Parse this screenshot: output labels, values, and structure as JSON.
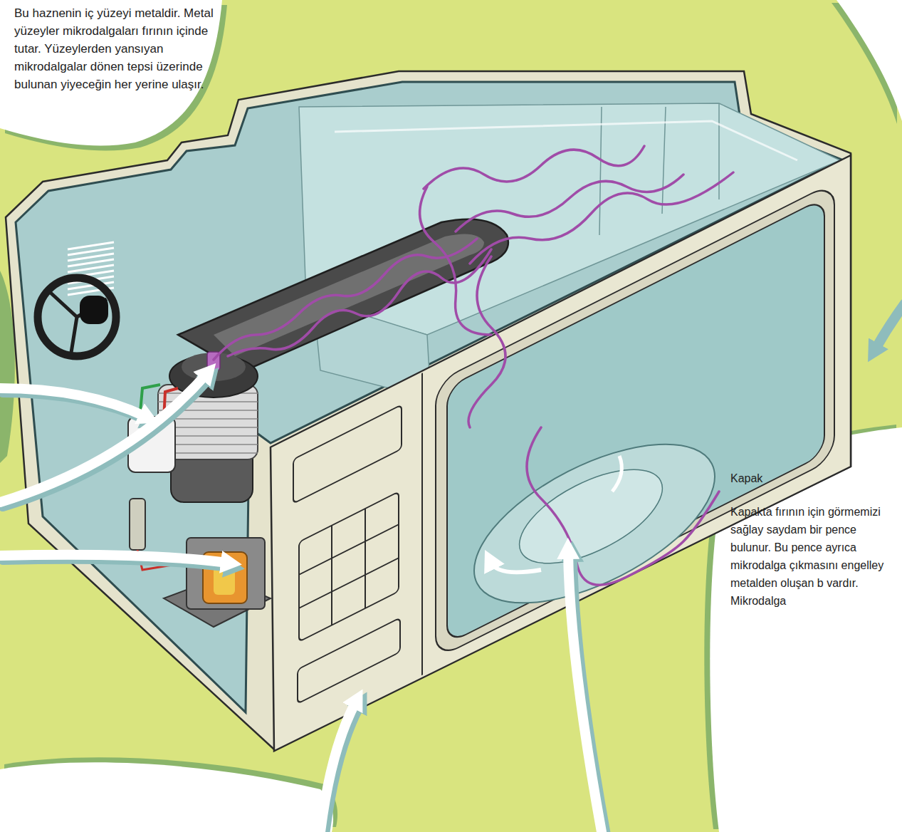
{
  "diagram": {
    "nodes": [
      {
        "text": [
          "Bu haznenin iç yüzeyi metaldir. Metal yüzeyler mikrodalgaları fırının içinde tutar. Yüzeylerden yansıyan mikrodalgalar dönen tepsi üzerinde bulunan yiyeceğin her yerine ulaşır."
        ]
      },
      {
        "text": [
          "Kapak",
          "Kapakta fırının için görmemizi sağlay saydam bir pence bulunur. Bu pence ayrıca mikrodalga çıkmasını engelley metalden oluşan b vardır. Mikrodalga"
        ]
      }
    ]
  }
}
